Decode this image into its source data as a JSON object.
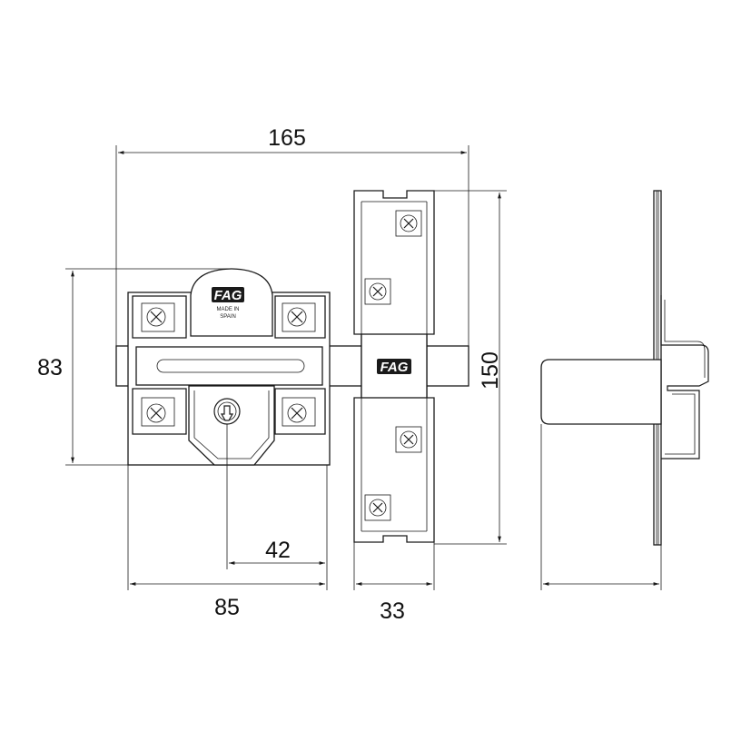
{
  "dimensions": {
    "overall_width": "165",
    "body_height": "83",
    "keeper_height": "150",
    "key_offset": "42",
    "body_width": "85",
    "keeper_width": "33"
  },
  "labels": {
    "brand_logo": "FAG",
    "made_in_line1": "MADE IN",
    "made_in_line2": "SPAIN"
  },
  "icons": [
    "screw-icon",
    "keyhole-icon"
  ]
}
